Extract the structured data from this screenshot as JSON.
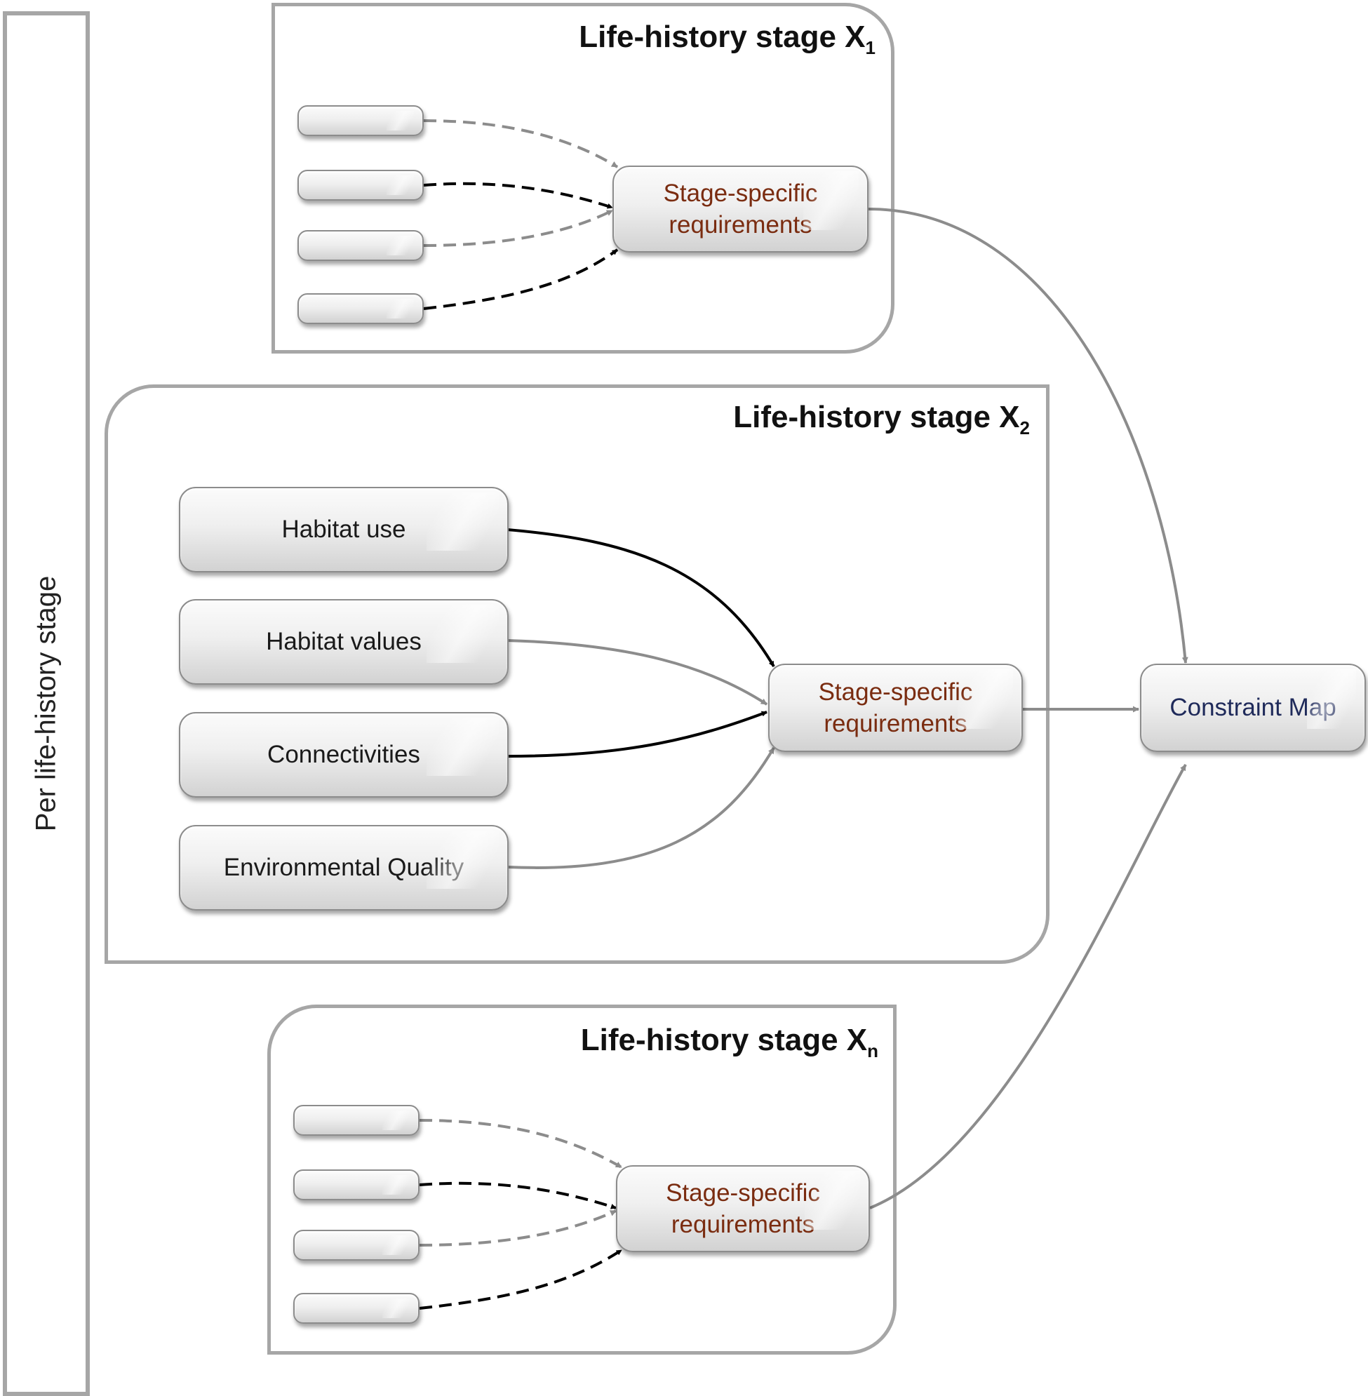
{
  "sidebar": {
    "label": "Per life-history stage"
  },
  "stages": [
    {
      "title": "Life-history stage X",
      "subscript": "1",
      "requirements": "Stage-specific requirements"
    },
    {
      "title": "Life-history stage X",
      "subscript": "2",
      "requirements": "Stage-specific requirements",
      "inputs": [
        "Habitat use",
        "Habitat values",
        "Connectivities",
        "Environmental Quality"
      ]
    },
    {
      "title": "Life-history stage X",
      "subscript": "n",
      "requirements": "Stage-specific requirements"
    }
  ],
  "output": {
    "label": "Constraint Map"
  },
  "colors": {
    "border": "#a6a6a6",
    "arrow_dark": "#000000",
    "arrow_grey": "#8c8c8c",
    "requirements_text": "#7a2c10",
    "map_text": "#1f2a5a"
  }
}
